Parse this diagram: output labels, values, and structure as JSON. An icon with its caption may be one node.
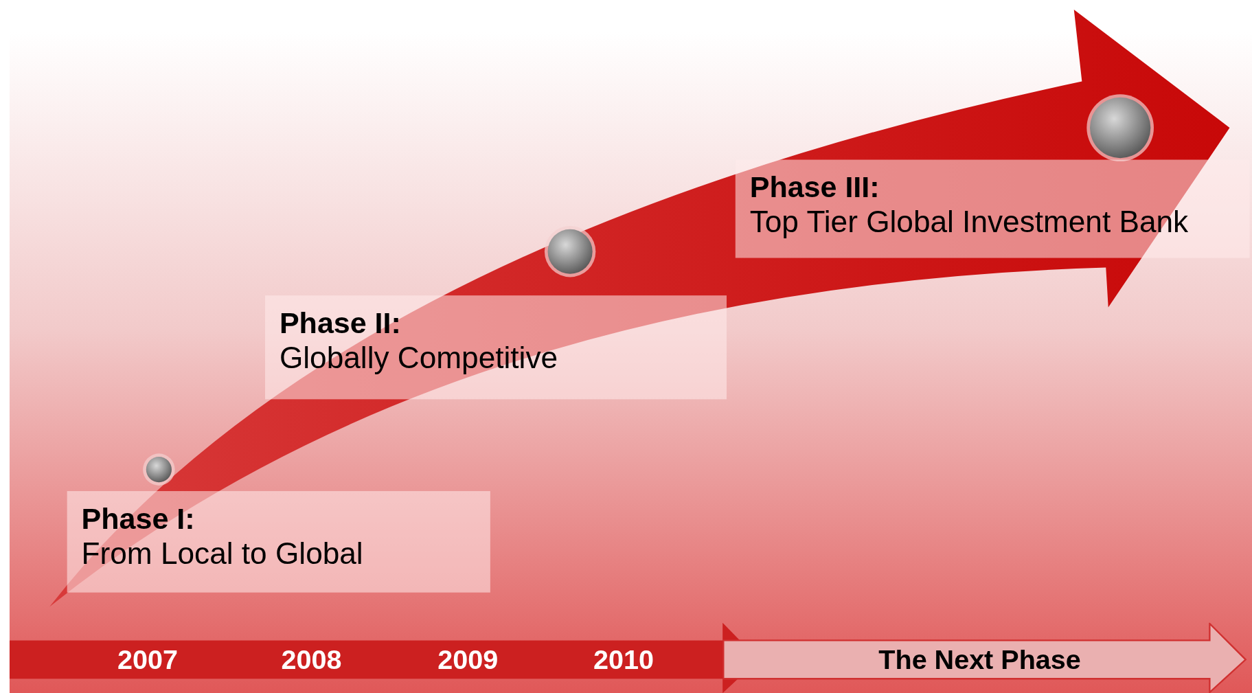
{
  "diagram": {
    "nodes": [
      {
        "text": [
          "Phase I:",
          "From Local to Global"
        ]
      },
      {
        "text": [
          "Phase II:",
          "Globally Competitive"
        ]
      },
      {
        "text": [
          "Phase III:",
          "Top Tier Global Investment Bank"
        ]
      },
      {
        "text": [
          "The Next Phase"
        ]
      }
    ],
    "labels": [
      "2007",
      "2008",
      "2009",
      "2010"
    ]
  }
}
